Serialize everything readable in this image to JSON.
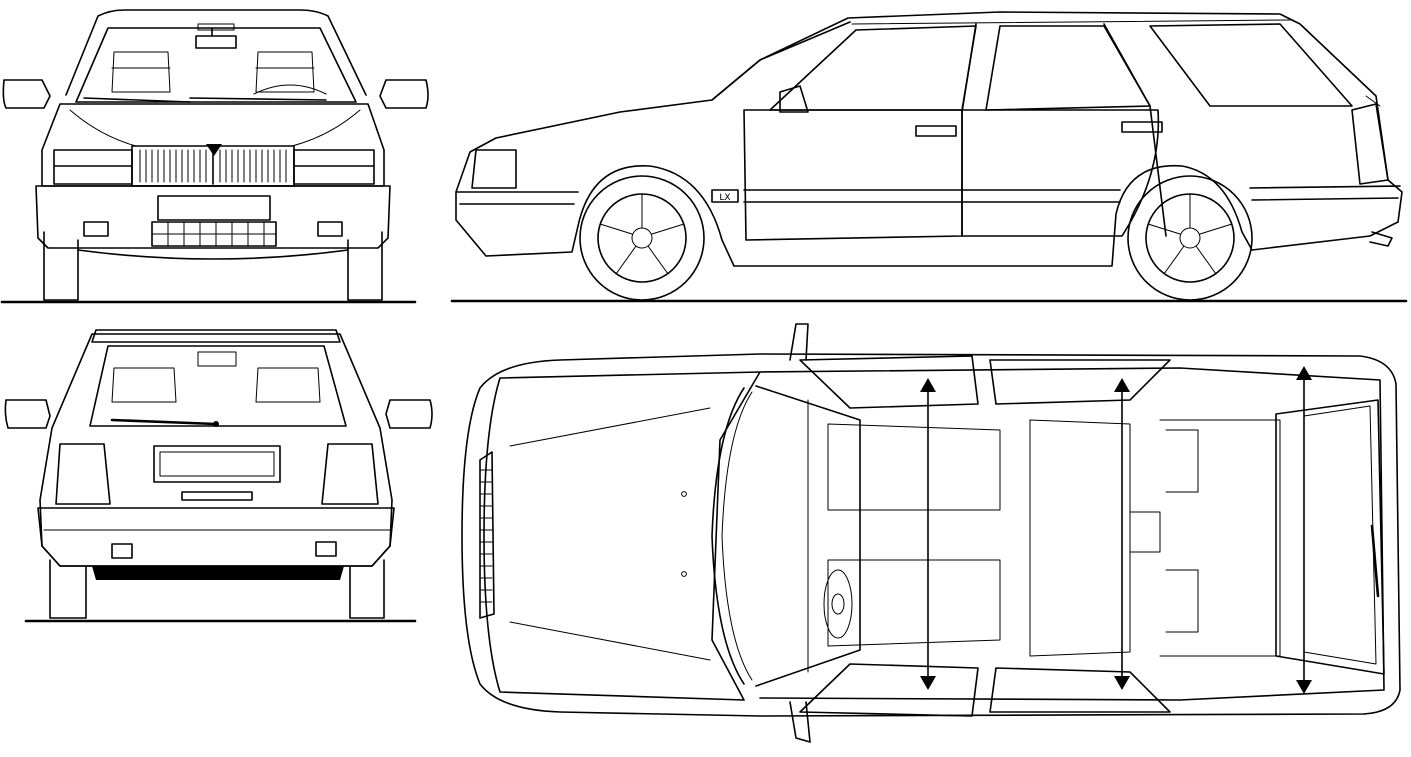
{
  "sheet": {
    "background": "#ffffff",
    "line_color": "#000000"
  },
  "views": [
    {
      "id": "front",
      "name": "front-view"
    },
    {
      "id": "side",
      "name": "side-view"
    },
    {
      "id": "rear",
      "name": "rear-view"
    },
    {
      "id": "top",
      "name": "top-view"
    }
  ],
  "badges": {
    "side_emblem": "LX"
  }
}
